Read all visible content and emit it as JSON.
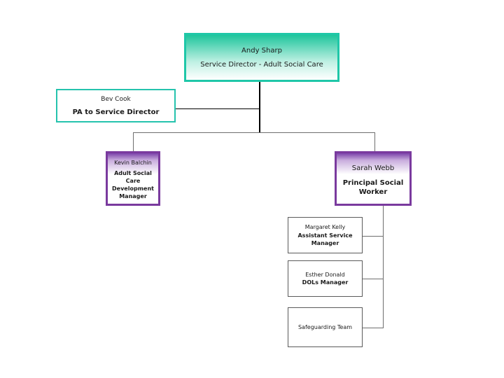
{
  "director": {
    "name": "Andy Sharp",
    "title": "Service Director - Adult Social Care"
  },
  "pa": {
    "name": "Bev Cook",
    "title": "PA to Service Director"
  },
  "development_manager": {
    "name": "Kevin Balchin",
    "title": "Adult Social Care Development Manager"
  },
  "principal_social_worker": {
    "name": "Sarah Webb",
    "title": "Principal Social Worker"
  },
  "assistant_service_manager": {
    "name": "Margaret Kelly",
    "title": "Assistant Service Manager"
  },
  "dols_manager": {
    "name": "Esther Donald",
    "title": "DOLs Manager"
  },
  "safeguarding": {
    "title": "Safeguarding Team"
  },
  "colors": {
    "director_border": "#1fc7a8",
    "purple_border": "#7a3a9e",
    "pa_border": "#25c3ad"
  }
}
